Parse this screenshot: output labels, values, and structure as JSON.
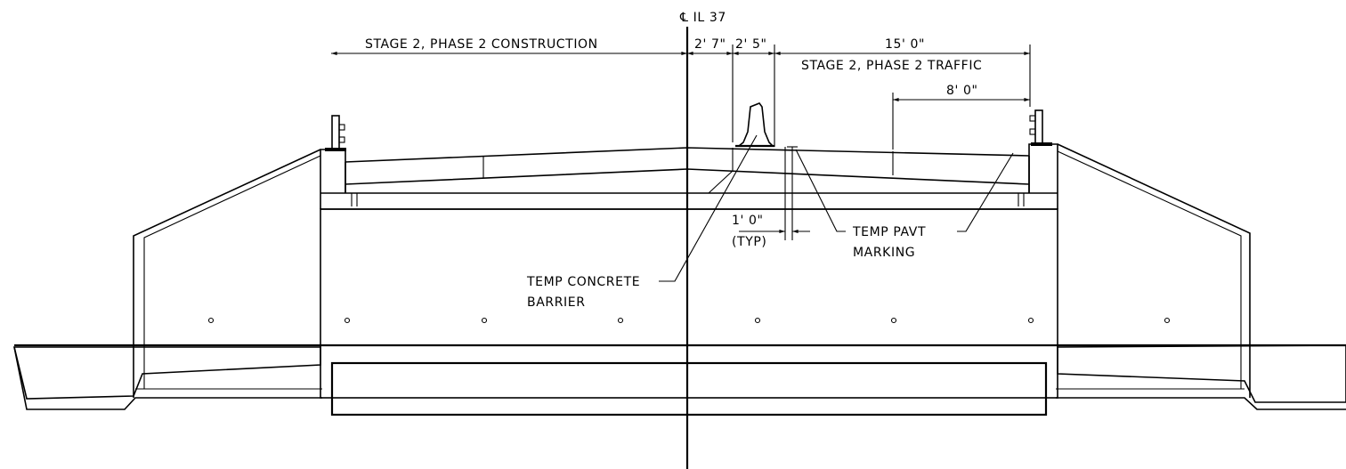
{
  "drawing": {
    "centerline_label": "℄ IL 37",
    "dimensions": {
      "stage_construction": "STAGE 2, PHASE 2 CONSTRUCTION",
      "dim_2_7": "2' 7\"",
      "dim_2_5": "2' 5\"",
      "dim_15_0": "15' 0\"",
      "stage_traffic": "STAGE 2, PHASE 2 TRAFFIC",
      "dim_8_0": "8' 0\"",
      "dim_1_0": "1' 0\"",
      "typ": "(TYP)"
    },
    "callouts": {
      "temp_pavt_line1": "TEMP PAVT",
      "temp_pavt_line2": "MARKING",
      "temp_barrier_line1": "TEMP CONCRETE",
      "temp_barrier_line2": "BARRIER"
    }
  }
}
